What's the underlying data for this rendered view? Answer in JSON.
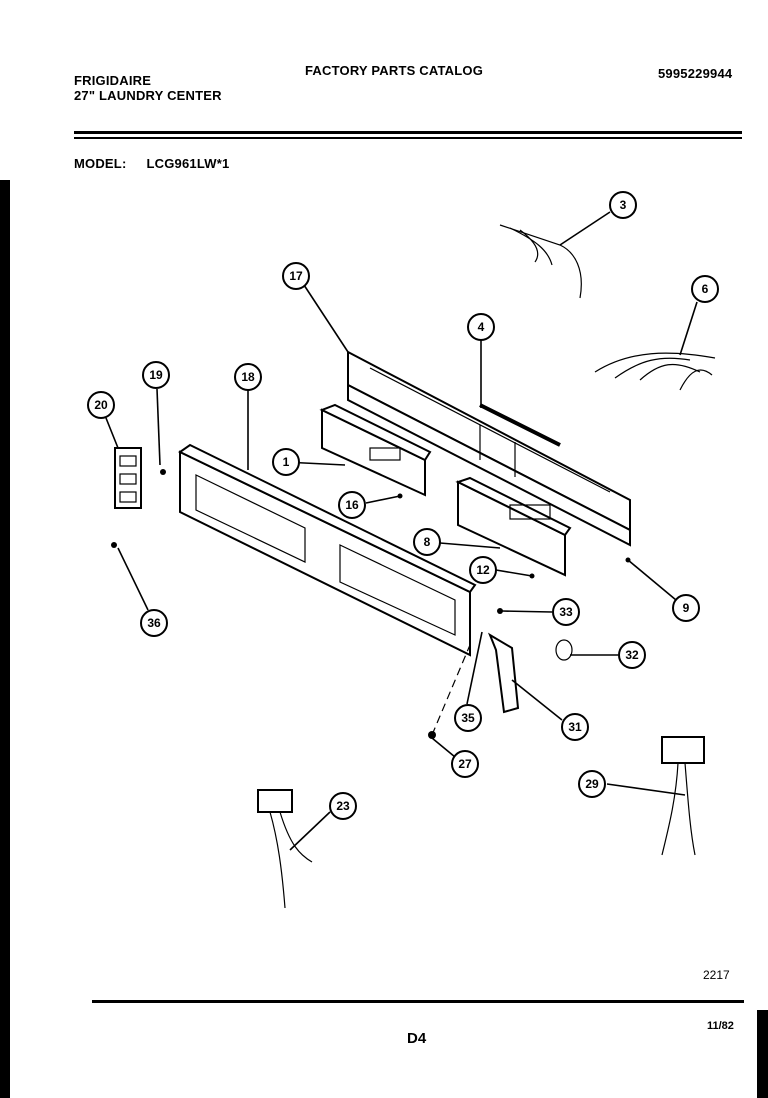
{
  "header": {
    "brand": "FRIGIDAIRE",
    "product": "27\" LAUNDRY CENTER",
    "catalog_title": "FACTORY PARTS CATALOG",
    "part_number": "5995229944",
    "model_label": "MODEL:",
    "model_value": "LCG961LW*1"
  },
  "footer": {
    "reference": "2217",
    "page": "D4",
    "date": "11/82"
  },
  "callouts": [
    "1",
    "3",
    "4",
    "6",
    "8",
    "9",
    "12",
    "16",
    "17",
    "18",
    "19",
    "20",
    "23",
    "27",
    "29",
    "31",
    "32",
    "33",
    "35",
    "36"
  ]
}
